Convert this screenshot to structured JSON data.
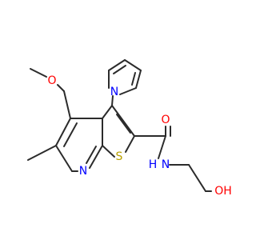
{
  "molecule": {
    "atoms": {
      "o_methoxy": "O",
      "n_pyrrole": "N",
      "o_amide": "O",
      "n_pyridine": "N",
      "s_thiophene": "S",
      "n_amide": "N",
      "h_amide": "H",
      "oh_label": "OH"
    },
    "colors": {
      "bond": "#2b2b2b",
      "oxygen": "#ff0000",
      "nitrogen": "#0000ff",
      "sulfur": "#b8a000",
      "hydroxyl": "#ff0000"
    }
  }
}
